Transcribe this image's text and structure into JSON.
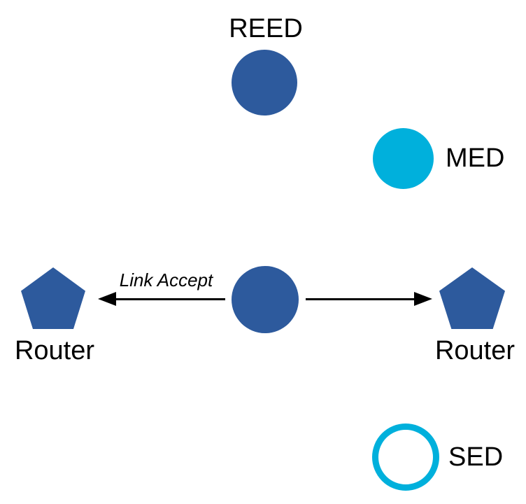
{
  "colors": {
    "primary_blue": "#2d5a9d",
    "accent_cyan": "#00b0dc",
    "arrow": "#000000",
    "background": "#ffffff"
  },
  "nodes": {
    "reed": {
      "label": "REED",
      "shape": "filled-circle-blue"
    },
    "med": {
      "label": "MED",
      "shape": "filled-circle-cyan"
    },
    "center": {
      "label": "",
      "shape": "filled-circle-blue"
    },
    "router_left": {
      "label": "Router",
      "shape": "pentagon-blue"
    },
    "router_right": {
      "label": "Router",
      "shape": "pentagon-blue"
    },
    "sed": {
      "label": "SED",
      "shape": "outline-circle-cyan"
    }
  },
  "edges": {
    "to_left_router": {
      "label": "Link Accept",
      "direction": "left"
    },
    "to_right_router": {
      "label": "",
      "direction": "right"
    }
  }
}
